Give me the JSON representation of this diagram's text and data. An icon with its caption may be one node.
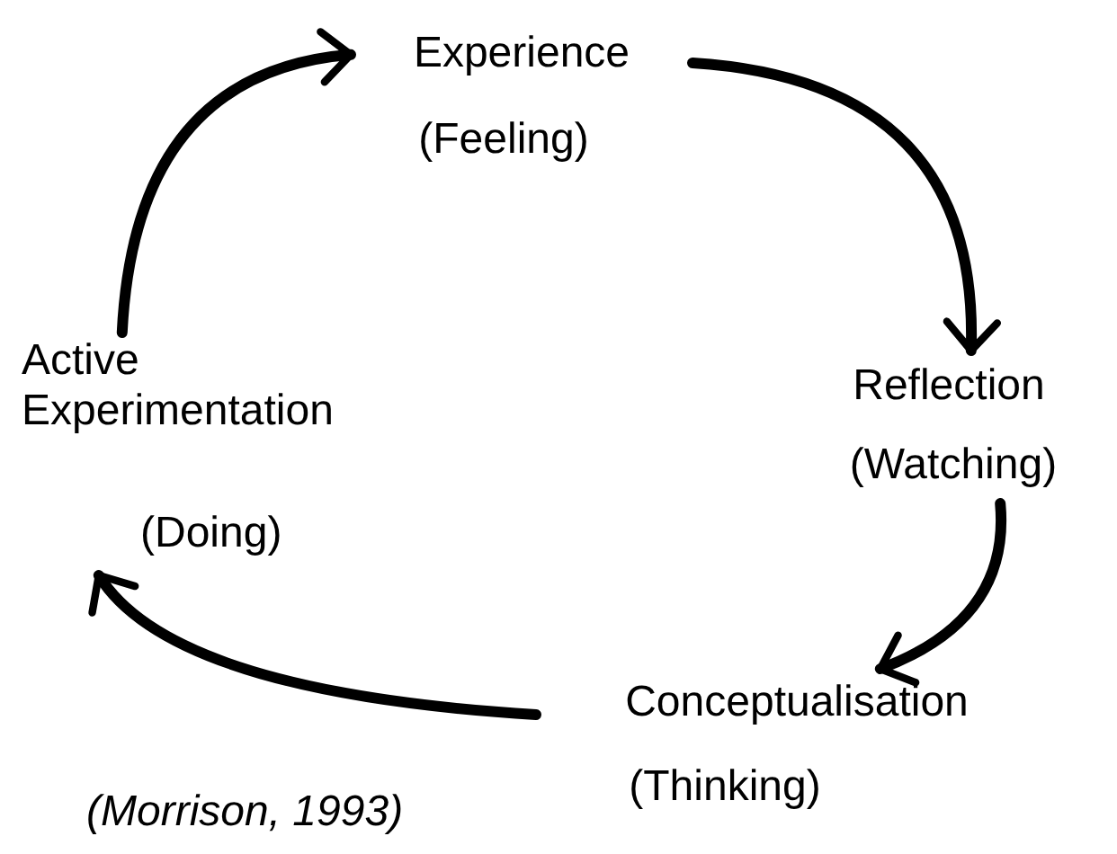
{
  "diagram": {
    "nodes": [
      {
        "text": [
          "Experience",
          "(Feeling)"
        ]
      },
      {
        "text": [
          "Reflection",
          "(Watching)"
        ]
      },
      {
        "text": [
          "Conceptualisation",
          "(Thinking)"
        ]
      },
      {
        "text": [
          "Active Experimentation",
          "(Doing)"
        ]
      }
    ],
    "edges": [
      {
        "from": 3,
        "to": 0,
        "arrow": "to"
      },
      {
        "from": 0,
        "to": 1,
        "arrow": "to"
      },
      {
        "from": 1,
        "to": 2,
        "arrow": "to"
      },
      {
        "from": 2,
        "to": 3,
        "arrow": "to"
      }
    ],
    "labels": [
      "(Morrison, 1993)"
    ]
  }
}
